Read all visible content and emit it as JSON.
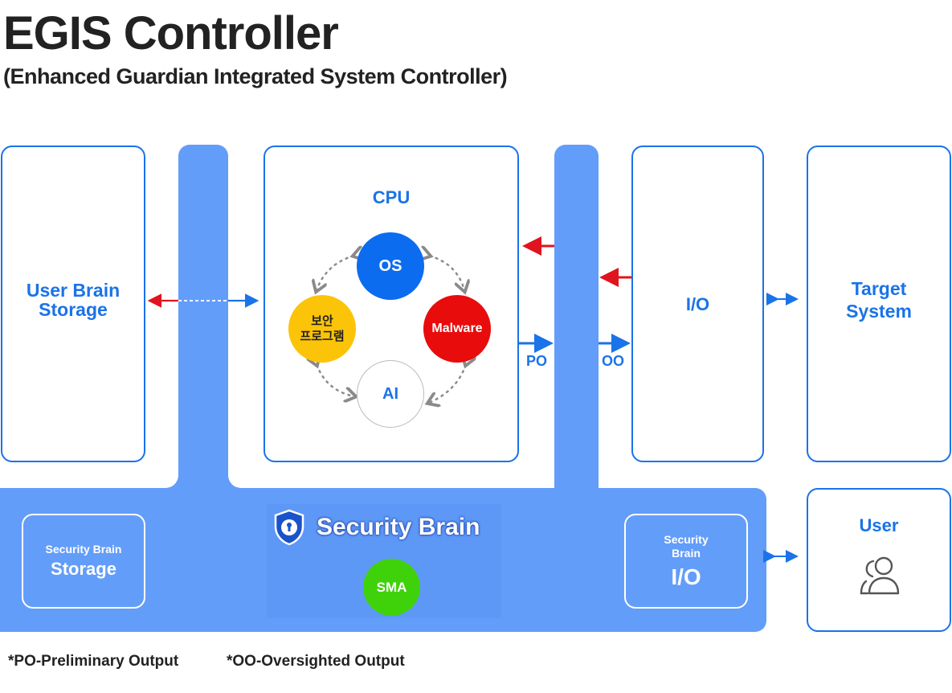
{
  "header": {
    "title": "EGIS  Controller",
    "subtitle": "(Enhanced Guardian Integrated System Controller)"
  },
  "user_brain_storage": {
    "line1": "User Brain",
    "line2": "Storage"
  },
  "cpu": {
    "title": "CPU",
    "nodes": {
      "os": "OS",
      "malware": "Malware",
      "ai": "AI",
      "security_program_line1": "보안",
      "security_program_line2": "프로그램"
    }
  },
  "io": {
    "label": "I/O"
  },
  "target_system": {
    "line1": "Target",
    "line2": "System"
  },
  "arrows": {
    "po": "PO",
    "oo": "OO"
  },
  "security_brain": {
    "title": "Security Brain",
    "sma": "SMA",
    "storage": {
      "small": "Security Brain",
      "big": "Storage"
    },
    "io": {
      "small_line1": "Security",
      "small_line2": "Brain",
      "big": "I/O"
    }
  },
  "user": {
    "label": "User"
  },
  "footnotes": {
    "po": "*PO-Preliminary Output",
    "oo": "*OO-Oversighted Output"
  },
  "colors": {
    "accent_blue": "#1a73e8",
    "bus_blue": "#639dfa",
    "os_blue": "#0b6cf0",
    "malware_red": "#e80c0c",
    "security_program_yellow": "#fcc409",
    "sma_green": "#3fd20b",
    "red_arrow": "#e0141e"
  }
}
